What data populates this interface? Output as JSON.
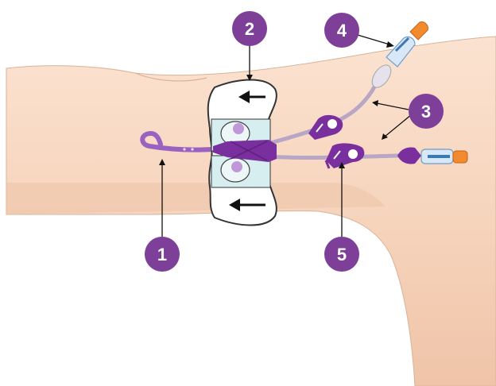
{
  "colors": {
    "skin": "#f9ddc8",
    "skin_shadow": "#ecc2a6",
    "badge": "#7d3f98",
    "catheter": "#7a2f9e",
    "tube": "#b9a6c6",
    "dressing_outline": "#333333",
    "arrow": "#111111",
    "cap": "#f28a2e",
    "syringe_body": "#dbe9f5"
  },
  "callouts": [
    {
      "id": "1",
      "label": "1"
    },
    {
      "id": "2",
      "label": "2"
    },
    {
      "id": "3",
      "label": "3"
    },
    {
      "id": "4",
      "label": "4"
    },
    {
      "id": "5",
      "label": "5"
    }
  ]
}
